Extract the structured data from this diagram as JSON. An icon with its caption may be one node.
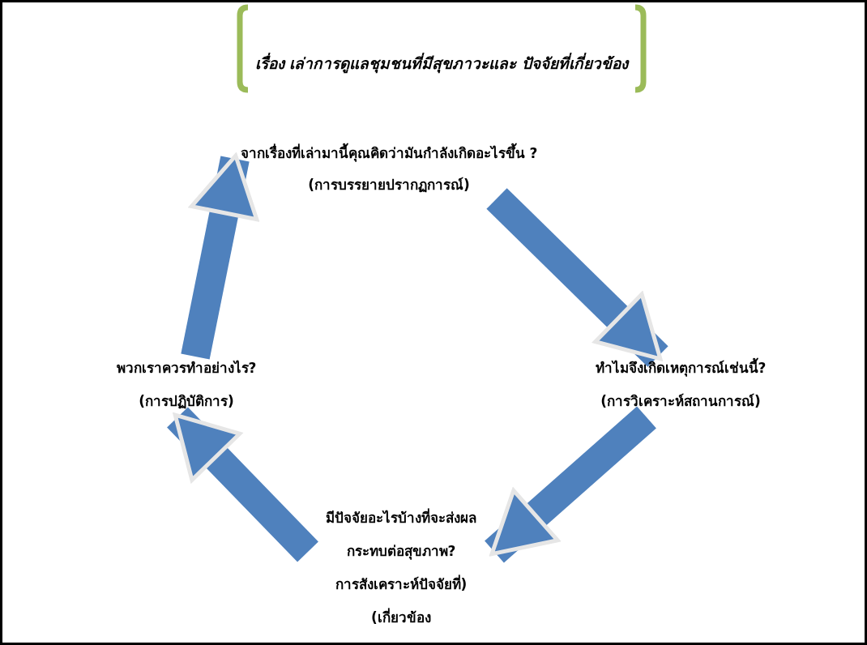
{
  "diagram": {
    "nodes": [
      {
        "text": [
          "เรื่อง เล่าการดูแลชุมชนที่มีสุขภาวะและ ปัจจัยที่เกี่ยวข้อง"
        ]
      },
      {
        "text": [
          "จากเรื่องที่เล่ามานี้คุณคิดว่ามันกำลังเกิดอะไรขึ้น ?",
          "(การบรรยายปรากฏการณ์)"
        ]
      },
      {
        "text": [
          "ทำไมจึงเกิดเหตุการณ์เช่นนี้?",
          "(การวิเคราะห์สถานการณ์)"
        ]
      },
      {
        "text": [
          "มีปัจจัยอะไรบ้างที่จะส่งผล",
          "กระทบต่อสุขภาพ?",
          "การสังเคราะห์ปัจจัยที่)",
          "(เกี่ยวข้อง"
        ]
      },
      {
        "text": [
          "พวกเราควรทำอย่างไร?",
          "(การปฏิบัติการ)"
        ]
      }
    ],
    "edges": [
      {
        "from": 1,
        "to": 2,
        "arrow": "to"
      },
      {
        "from": 2,
        "to": 3,
        "arrow": "to"
      },
      {
        "from": 3,
        "to": 4,
        "arrow": "to"
      },
      {
        "from": 4,
        "to": 1,
        "arrow": "to"
      }
    ]
  }
}
